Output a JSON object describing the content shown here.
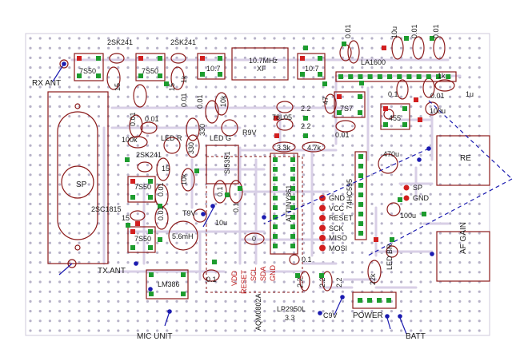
{
  "board": {
    "colors": {
      "background": "#ffffff",
      "dot": "#b7b2c8",
      "trace": "#d8cfe6",
      "outline": "#8b1a1a",
      "pad_green": "#1d9c2e",
      "pad_red": "#d21f1f",
      "wire_blue": "#1b1bb0",
      "text": "#1a1a1a"
    },
    "labels": {
      "rx_ant": "RX ANT",
      "tx_ant": "TX ANT",
      "mic_unit": "MIC UNIT",
      "batt": "BATT",
      "power": "POWER",
      "sp_jack": "SP",
      "re": "RE",
      "af_gain": "AF GAIN",
      "lcd": "AQM0802A",
      "sp_pin": "SP",
      "gnd_pin": "GND"
    },
    "ics": {
      "mcu": "ATTINY861",
      "shift": "74HC595",
      "fm_if": "LA1600",
      "audio_amp": "LM386",
      "reg_5v": "78L05",
      "reg_3v3": "LP2950L",
      "reg_3v3_out": "3.3",
      "pll": "SI5351",
      "lm_chip": "LM386"
    },
    "transistors": {
      "q1": "2SK241",
      "q2": "2SK241",
      "q3": "2SK241",
      "q4": "2SC1815"
    },
    "coils": {
      "l1": "7S50",
      "l2": "7S50",
      "l3": "10.7",
      "l4": "10.7",
      "l5": "7S7",
      "l6": "455",
      "l7": "7S50",
      "l8": "7S50",
      "xf_freq": "10.7MHz",
      "xf_name": "XF",
      "l9": "5.6mH"
    },
    "passives": {
      "c_001_a": "0.01",
      "c_001_b": "0.01",
      "c_001_c": "0.01",
      "c_001_d": "0.01",
      "c_001_e": "0.01",
      "c_001_f": "0.01",
      "c_001_g": "0.01",
      "c_001_h": "0.01",
      "c_001_i": "0.01",
      "c_01_a": "0.1",
      "c_01_b": "0.1",
      "c_01_c": "0.1",
      "c_01_d": "0.1",
      "c_01_e": "0.1",
      "c_01_f": "0.1",
      "c_22_a": "2.2",
      "c_22_b": "2.2",
      "c_22_c": "2.2",
      "c_22_d": "2.2",
      "c_15_a": "15",
      "c_15_b": "15",
      "c_15_c": "15",
      "c_15_d": "15",
      "c_47": "47",
      "c_10u_a": "10u",
      "c_10u_b": "10u",
      "c_100u_a": "100u",
      "c_100u_b": "100u",
      "c_470u": "470u",
      "c_1u": "1u",
      "c_0": "0",
      "r_1k_a": "1k",
      "r_1k_b": "1k",
      "r_10k_a": "10k",
      "r_10k_b": "10k",
      "r_100k": "100k",
      "r_330_a": "330",
      "r_330_b": "330",
      "r_3k3": "3.3k",
      "r_4k7": "4.7k",
      "r_22k": "22k",
      "r9v": "R9V",
      "t9v": "T9V",
      "c9v": "C9V",
      "led_r": "LED R",
      "led_g": "LED G",
      "led_br": "LED BR"
    },
    "isp_header": [
      "GND",
      "VCC",
      "RESET",
      "SCK",
      "MISO",
      "MOSI"
    ],
    "lcd_pins": [
      "VDD",
      "RESET",
      "SCL",
      "SDA",
      "GND"
    ]
  }
}
